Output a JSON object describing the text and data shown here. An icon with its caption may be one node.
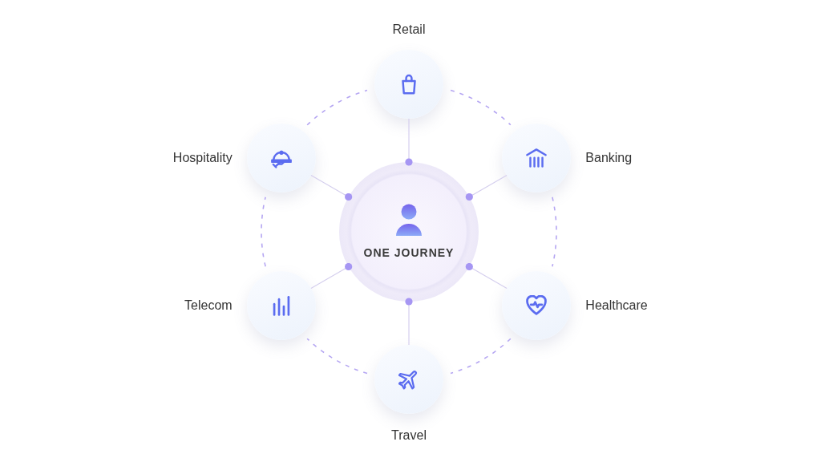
{
  "diagram": {
    "nodes": [
      {
        "text": [
          "Retail"
        ]
      },
      {
        "text": [
          "Hospitality"
        ]
      },
      {
        "text": [
          "Banking"
        ]
      },
      {
        "text": [
          "ONE JOURNEY"
        ]
      },
      {
        "text": [
          "Telecom"
        ]
      },
      {
        "text": [
          "Healthcare"
        ]
      },
      {
        "text": [
          "Travel"
        ]
      }
    ],
    "edges": [
      {
        "from": 0,
        "to": 3,
        "arrow": "other"
      },
      {
        "from": 2,
        "to": 3,
        "arrow": "other"
      },
      {
        "from": 5,
        "to": 3,
        "arrow": "other"
      },
      {
        "from": 6,
        "to": 3,
        "arrow": "other"
      },
      {
        "from": 4,
        "to": 3,
        "arrow": "other"
      },
      {
        "from": 1,
        "to": 3,
        "arrow": "other"
      },
      {
        "from": 0,
        "to": 2,
        "arrow": "none",
        "style": "dashed",
        "color": "#b5a6f2"
      },
      {
        "from": 2,
        "to": 5,
        "arrow": "none",
        "style": "dashed",
        "color": "#b5a6f2"
      },
      {
        "from": 5,
        "to": 6,
        "arrow": "none",
        "style": "dashed",
        "color": "#b5a6f2"
      },
      {
        "from": 6,
        "to": 4,
        "arrow": "none",
        "style": "dashed",
        "color": "#b5a6f2"
      },
      {
        "from": 4,
        "to": 1,
        "arrow": "none",
        "style": "dashed",
        "color": "#b5a6f2"
      },
      {
        "from": 1,
        "to": 0,
        "arrow": "none",
        "style": "dashed",
        "color": "#b5a6f2"
      }
    ]
  }
}
